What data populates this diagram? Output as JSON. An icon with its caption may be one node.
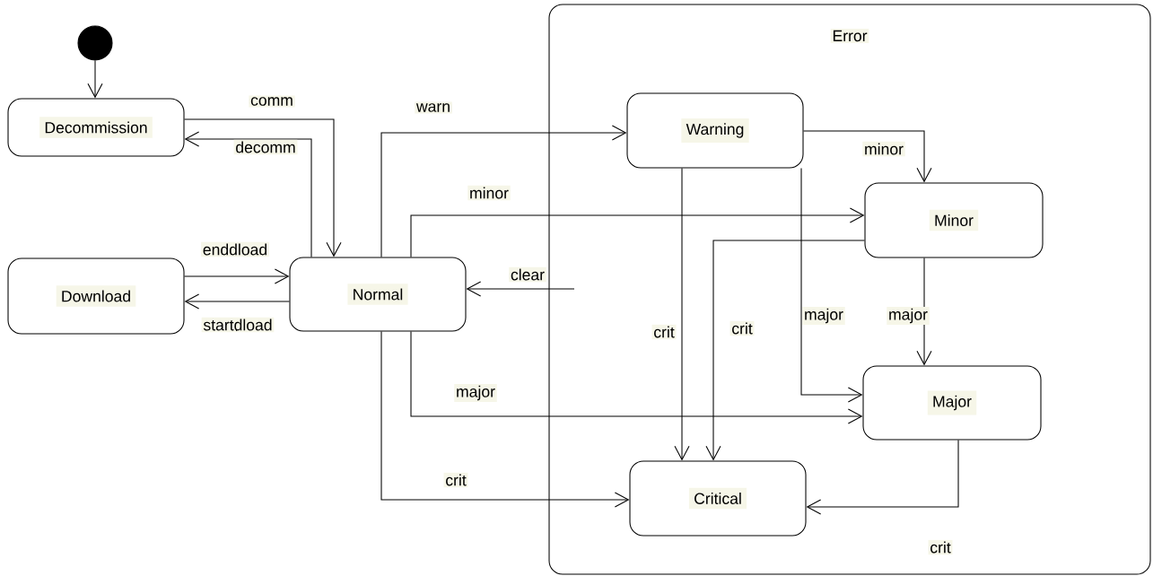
{
  "diagram": {
    "nodes": [
      {
        "text": [],
        "shape": "circle"
      },
      {
        "text": [
          "Decommission"
        ]
      },
      {
        "text": [
          "Download"
        ]
      },
      {
        "text": [
          "Normal"
        ]
      },
      {
        "text": [
          "Error"
        ]
      },
      {
        "text": [
          "Warning"
        ],
        "in": 4
      },
      {
        "text": [
          "Minor"
        ],
        "in": 4
      },
      {
        "text": [
          "Major"
        ],
        "in": 4
      },
      {
        "text": [
          "Critical"
        ],
        "in": 4
      }
    ],
    "edges": [
      {
        "from": 0,
        "to": 1,
        "arrow": "to"
      },
      {
        "from": 1,
        "to": 3,
        "arrow": "to",
        "label": "comm"
      },
      {
        "from": 3,
        "to": 1,
        "arrow": "to",
        "label": "decomm"
      },
      {
        "from": 2,
        "to": 3,
        "arrow": "to",
        "label": "enddload"
      },
      {
        "from": 3,
        "to": 2,
        "arrow": "to",
        "label": "startdload"
      },
      {
        "from": 3,
        "to": 5,
        "arrow": "to",
        "label": "warn"
      },
      {
        "from": 3,
        "to": 6,
        "arrow": "to",
        "label": "minor"
      },
      {
        "from": 4,
        "to": 3,
        "arrow": "to",
        "label": "clear"
      },
      {
        "from": 3,
        "to": 7,
        "arrow": "to",
        "label": "major"
      },
      {
        "from": 3,
        "to": 8,
        "arrow": "to",
        "label": "crit"
      },
      {
        "from": 5,
        "to": 6,
        "arrow": "to",
        "label": "minor"
      },
      {
        "from": 5,
        "to": 8,
        "arrow": "to",
        "label": "crit"
      },
      {
        "from": 5,
        "to": 7,
        "arrow": "to",
        "label": "major"
      },
      {
        "from": 6,
        "to": 8,
        "arrow": "to",
        "label": "crit"
      },
      {
        "from": 6,
        "to": 7,
        "arrow": "to",
        "label": "major"
      },
      {
        "from": 7,
        "to": 8,
        "arrow": "to",
        "label": "crit"
      }
    ]
  }
}
